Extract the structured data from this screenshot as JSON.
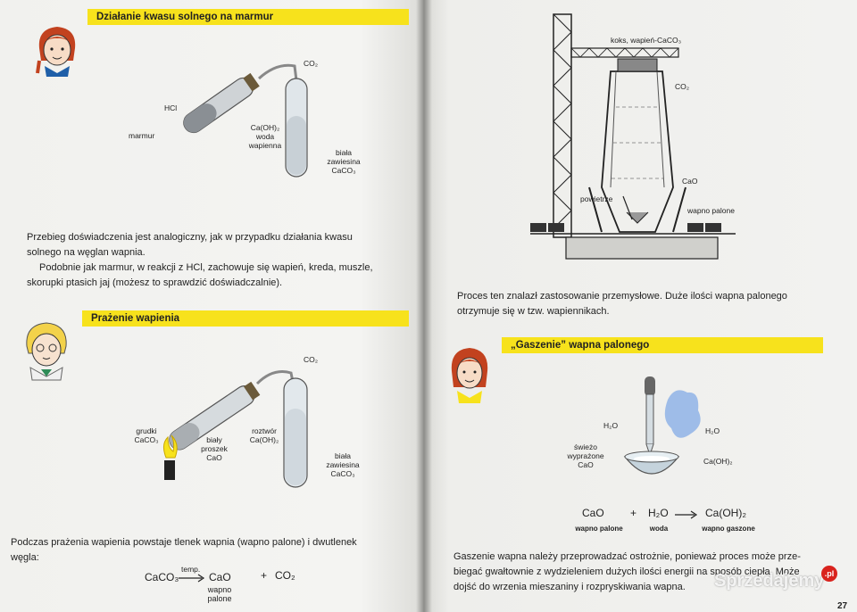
{
  "left": {
    "section1": {
      "title": "Działanie kwasu solnego na marmur",
      "labels": {
        "co2": "CO₂",
        "hcl": "HCl",
        "marmur": "marmur",
        "caoh2": "Ca(OH)₂",
        "woda": "woda",
        "wapienna": "wapienna",
        "biala": "biała",
        "zawiesina": "zawiesina",
        "caco3": "CaCO₃"
      }
    },
    "para1": {
      "line1": "Przebieg doświadczenia jest analogiczny, jak w przypadku działania kwasu",
      "line2": "solnego na węglan wapnia.",
      "line3": "Podobnie jak marmur, w reakcji z HCl, zachowuje się wapień, kreda, muszle,",
      "line4": "skorupki ptasich jaj (możesz to sprawdzić doświadczalnie)."
    },
    "section2": {
      "title": "Prażenie wapienia",
      "labels": {
        "co2": "CO₂",
        "grudki": "grudki",
        "caco3_a": "CaCO₃",
        "bialy": "biały",
        "proszek": "proszek",
        "cao": "CaO",
        "roztwor": "roztwór",
        "caoh2": "Ca(OH)₂",
        "biala": "biała",
        "zawiesina": "zawiesina",
        "caco3_b": "CaCO₃"
      }
    },
    "para2": {
      "line1": "Podczas prażenia wapienia powstaje tlenek wapnia (wapno palone) i dwutlenek",
      "line2": "węgla:"
    },
    "equation": {
      "reactant": "CaCO₃",
      "condition": "temp.",
      "product1": "CaO",
      "plus": "+",
      "product2": "CO₂",
      "sub1": "wapno",
      "sub2": "palone"
    }
  },
  "right": {
    "kiln_labels": {
      "koks": "koks, wapień-CaCO₃",
      "co2": "CO₂",
      "cao": "CaO",
      "powietrze": "powietrze",
      "wapno_palone": "wapno palone"
    },
    "para1": {
      "line1": "Proces ten znalazł zastosowanie przemysłowe. Duże ilości wapna palonego",
      "line2": "otrzymuje się w tzw. wapiennikach."
    },
    "section3": {
      "title": "„Gaszenie” wapna palonego",
      "labels": {
        "h2o_a": "H₂O",
        "h2o_b": "H₂O",
        "swiezo": "świeżo",
        "wyprazone": "wyprażone",
        "cao": "CaO",
        "caoh2": "Ca(OH)₂"
      }
    },
    "equation": {
      "r1": "CaO",
      "plus": "+",
      "r2": "H₂O",
      "arrow": "⟶",
      "p1": "Ca(OH)₂",
      "sub1": "wapno palone",
      "sub2": "woda",
      "sub3": "wapno gaszone"
    },
    "para2": {
      "line1": "Gaszenie wapna należy przeprowadzać ostrożnie, ponieważ proces może prze-",
      "line2": "biegać gwałtownie z wydzieleniem dużych ilości energii na sposób ciepła. Może",
      "line3": "dojść do wrzenia mieszaniny i rozpryskiwania wapna."
    },
    "page_number": "27",
    "watermark": "Sprzedajemy",
    "watermark_tld": ".pl"
  },
  "colors": {
    "band": "#f7e21c",
    "paper": "#f2f2f0",
    "ink": "#222222"
  }
}
